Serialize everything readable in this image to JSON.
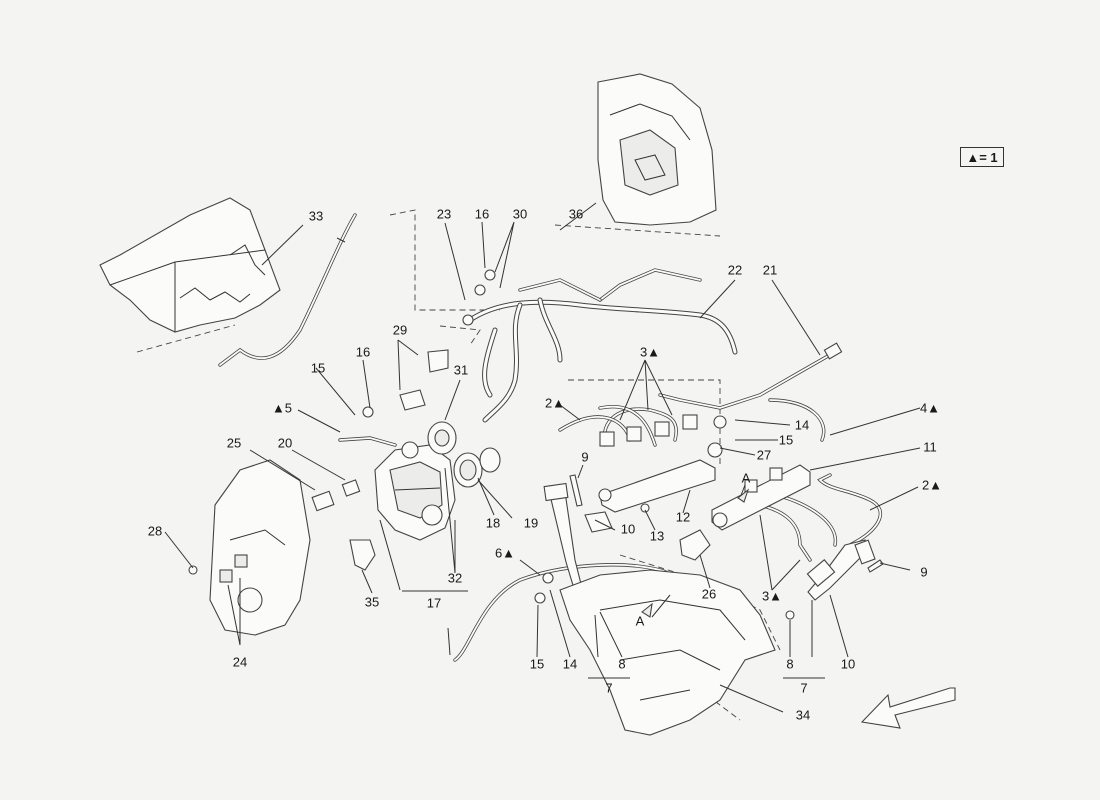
{
  "legend": {
    "text": "▲= 1"
  },
  "callouts": {
    "c33": "33",
    "c23": "23",
    "c16a": "16",
    "c30": "30",
    "c36": "36",
    "c22": "22",
    "c21": "21",
    "c29": "29",
    "c16b": "16",
    "c15a": "15",
    "c31": "31",
    "c3a": "3▲",
    "c2a": "2▲",
    "c14a": "14",
    "c15b": "15",
    "c4": "4▲",
    "c5": "▲5",
    "c25": "25",
    "c20": "20",
    "c9a": "9",
    "c27": "27",
    "c11": "11",
    "cA1": "A",
    "c2b": "2▲",
    "c28": "28",
    "c19": "19",
    "c18": "18",
    "c10a": "10",
    "c13": "13",
    "c12": "12",
    "c6": "6▲",
    "c26": "26",
    "c3b": "3▲",
    "c9b": "9",
    "c35": "35",
    "c32": "32",
    "c17": "17",
    "cA2": "A",
    "c24": "24",
    "c15c": "15",
    "c14b": "14",
    "c8a": "8",
    "c7a": "7",
    "c8b": "8",
    "c7b": "7",
    "c10b": "10",
    "c34": "34"
  },
  "icons": {
    "direction_arrow": "arrow-down-left-icon"
  }
}
